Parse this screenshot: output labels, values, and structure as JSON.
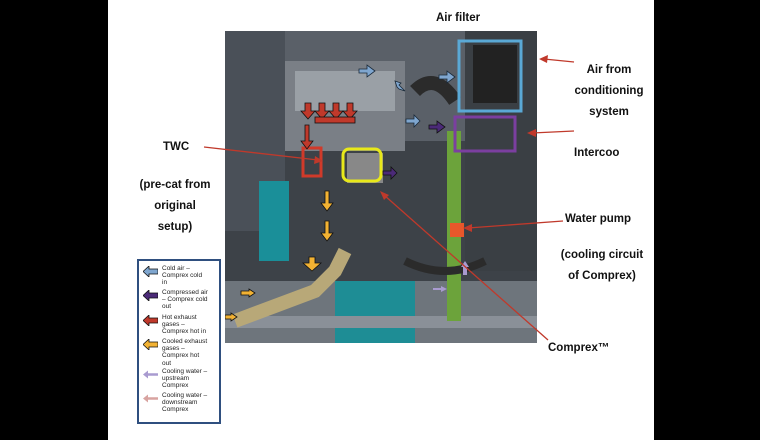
{
  "labels": {
    "air_filter": "Air filter",
    "air_from": "Air from\nconditioning\nsystem",
    "intercooler": "Intercoo",
    "twc": "TWC",
    "precat": "(pre-cat from\noriginal\nsetup)",
    "water_pump": "Water pump",
    "cooling_circuit": "(cooling circuit\nof Comprex)",
    "comprex": "Comprex™"
  },
  "legend": [
    {
      "text": "Cold air –\nComprex cold\nin",
      "color": "#7fa6cf",
      "icon": "left-arrow-icon"
    },
    {
      "text": "Compressed air\n– Comprex cold\nout",
      "color": "#4b2a78",
      "icon": "left-arrow-icon"
    },
    {
      "text": "Hot exhaust\ngases –\nComprex hot in",
      "color": "#c0392b",
      "icon": "left-arrow-icon"
    },
    {
      "text": "Cooled exhaust\ngases –\nComprex hot\nout",
      "color": "#f2b233",
      "icon": "left-arrow-icon"
    },
    {
      "text": "Cooling water –\nupstream\nComprex",
      "color": "#a99bd0",
      "icon": "thin-left-arrow-icon"
    },
    {
      "text": "Cooling water –\ndownstream\nComprex",
      "color": "#d8a3a0",
      "icon": "thin-left-arrow-icon"
    }
  ],
  "colors": {
    "callout_line": "#c0392b",
    "air_filter_box": "#5aa9d6",
    "intercooler_box": "#7b3fa0",
    "comprex_box": "#e8e81a",
    "twc_box": "#d03a2a",
    "legend_border": "#2f4f7f"
  }
}
